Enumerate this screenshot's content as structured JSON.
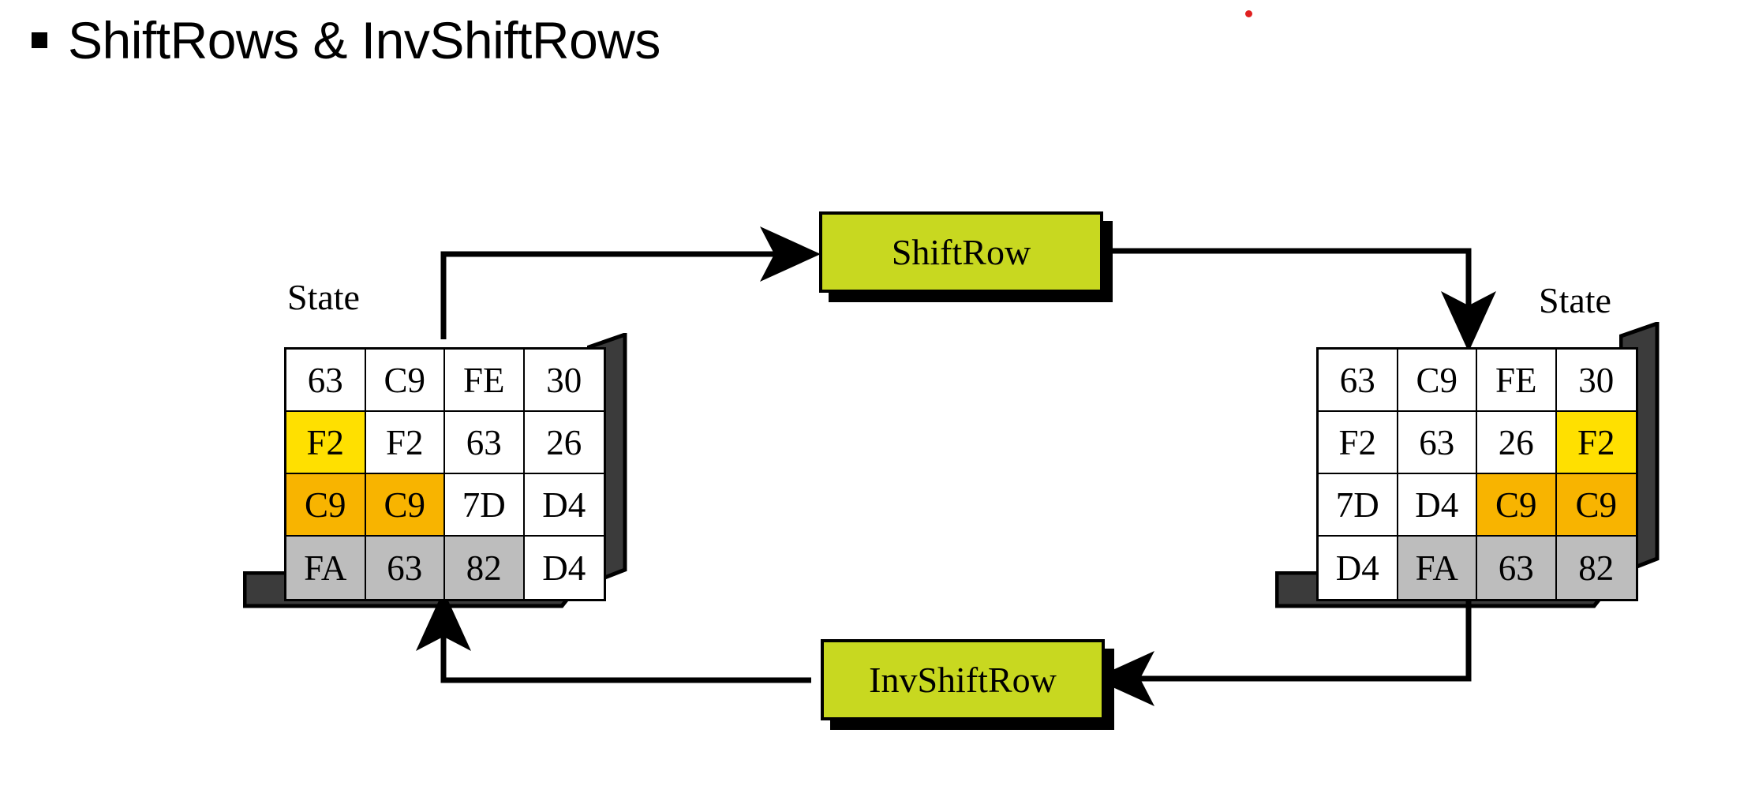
{
  "slide": {
    "title": "ShiftRows & InvShiftRows",
    "bullet_glyph": "square-bullet",
    "marker_color": "#e02020"
  },
  "colors": {
    "op_box_fill": "#c8d820",
    "cell_yellow": "#ffe000",
    "cell_orange": "#f8b400",
    "cell_gray": "#bdbdbd",
    "cell_white": "#ffffff",
    "cube_side": "#3b3b3b",
    "outline": "#000000"
  },
  "operations": {
    "forward": {
      "label": "ShiftRow"
    },
    "inverse": {
      "label": "InvShiftRow"
    }
  },
  "input_state": {
    "label": "State",
    "rows": [
      [
        {
          "v": "63",
          "fill": "white"
        },
        {
          "v": "C9",
          "fill": "white"
        },
        {
          "v": "FE",
          "fill": "white"
        },
        {
          "v": "30",
          "fill": "white"
        }
      ],
      [
        {
          "v": "F2",
          "fill": "yellow"
        },
        {
          "v": "F2",
          "fill": "white"
        },
        {
          "v": "63",
          "fill": "white"
        },
        {
          "v": "26",
          "fill": "white"
        }
      ],
      [
        {
          "v": "C9",
          "fill": "orange"
        },
        {
          "v": "C9",
          "fill": "orange"
        },
        {
          "v": "7D",
          "fill": "white"
        },
        {
          "v": "D4",
          "fill": "white"
        }
      ],
      [
        {
          "v": "FA",
          "fill": "gray"
        },
        {
          "v": "63",
          "fill": "gray"
        },
        {
          "v": "82",
          "fill": "gray"
        },
        {
          "v": "D4",
          "fill": "white"
        }
      ]
    ]
  },
  "output_state": {
    "label": "State",
    "rows": [
      [
        {
          "v": "63",
          "fill": "white"
        },
        {
          "v": "C9",
          "fill": "white"
        },
        {
          "v": "FE",
          "fill": "white"
        },
        {
          "v": "30",
          "fill": "white"
        }
      ],
      [
        {
          "v": "F2",
          "fill": "white"
        },
        {
          "v": "63",
          "fill": "white"
        },
        {
          "v": "26",
          "fill": "white"
        },
        {
          "v": "F2",
          "fill": "yellow"
        }
      ],
      [
        {
          "v": "7D",
          "fill": "white"
        },
        {
          "v": "D4",
          "fill": "white"
        },
        {
          "v": "C9",
          "fill": "orange"
        },
        {
          "v": "C9",
          "fill": "orange"
        }
      ],
      [
        {
          "v": "D4",
          "fill": "white"
        },
        {
          "v": "FA",
          "fill": "gray"
        },
        {
          "v": "63",
          "fill": "gray"
        },
        {
          "v": "82",
          "fill": "gray"
        }
      ]
    ]
  },
  "flow": {
    "top_edge": "input-state-to-shiftrow",
    "right_edge": "shiftrow-to-output-state",
    "bottom_edge": "output-state-to-invshiftrow",
    "left_edge": "invshiftrow-to-input-state"
  }
}
